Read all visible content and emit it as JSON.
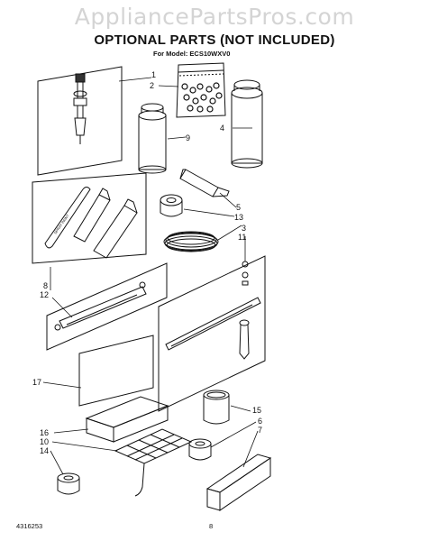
{
  "watermark": "AppliancePartsPros.com",
  "title": "OPTIONAL PARTS (NOT INCLUDED)",
  "subtitle": "For Model: ECS10WXV0",
  "footer": {
    "doc_number": "4316253",
    "page": "8"
  },
  "callouts": {
    "c1": "1",
    "c2": "2",
    "c4": "4",
    "c9": "9",
    "c5": "5",
    "c13": "13",
    "c3": "3",
    "c11": "11",
    "c8": "8",
    "c12": "12",
    "c17": "17",
    "c15": "15",
    "c6": "6",
    "c7": "7",
    "c16": "16",
    "c10": "10",
    "c14": "14"
  },
  "tube_text": "SPRAY PAINT"
}
